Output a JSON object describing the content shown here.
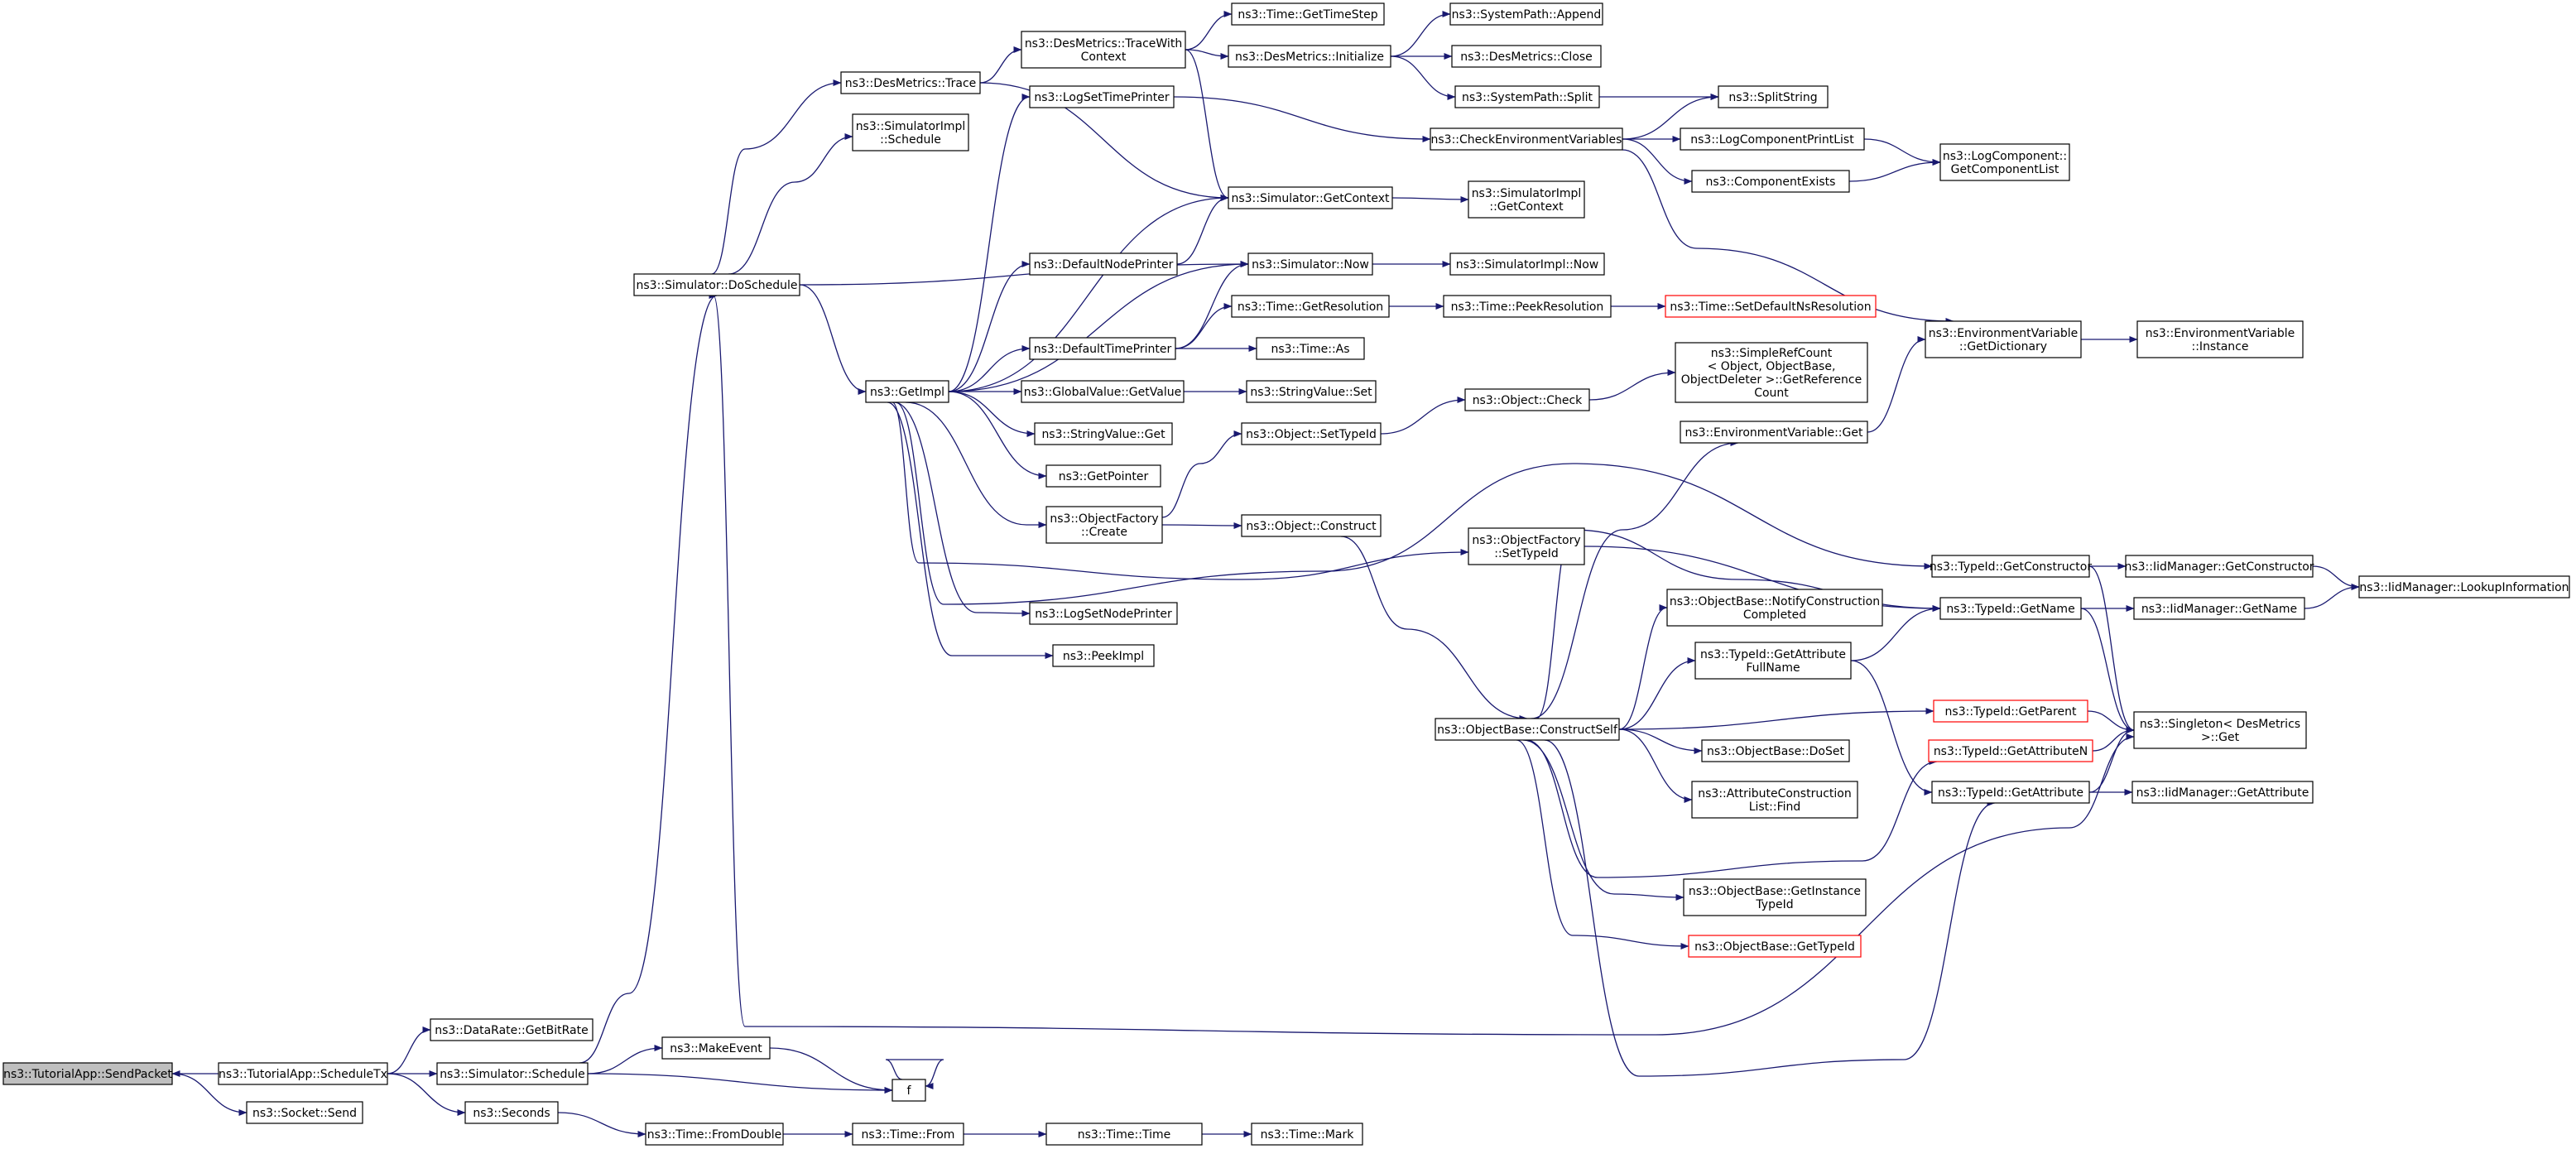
{
  "graph": {
    "edge_color": "#191970",
    "node_border": "#000000",
    "highlight_border": "#ff0000",
    "root_fill": "#bfbfbf",
    "nodes": [
      {
        "id": "send_packet",
        "lines": [
          "ns3::TutorialApp::SendPacket"
        ],
        "style": "root"
      },
      {
        "id": "schedule_tx",
        "lines": [
          "ns3::TutorialApp::ScheduleTx"
        ]
      },
      {
        "id": "socket_send",
        "lines": [
          "ns3::Socket::Send"
        ]
      },
      {
        "id": "get_bit_rate",
        "lines": [
          "ns3::DataRate::GetBitRate"
        ]
      },
      {
        "id": "sim_schedule",
        "lines": [
          "ns3::Simulator::Schedule"
        ]
      },
      {
        "id": "seconds",
        "lines": [
          "ns3::Seconds"
        ]
      },
      {
        "id": "make_event",
        "lines": [
          "ns3::MakeEvent"
        ]
      },
      {
        "id": "f",
        "lines": [
          "f"
        ]
      },
      {
        "id": "from_double",
        "lines": [
          "ns3::Time::FromDouble"
        ]
      },
      {
        "id": "time_from",
        "lines": [
          "ns3::Time::From"
        ]
      },
      {
        "id": "time_time",
        "lines": [
          "ns3::Time::Time"
        ]
      },
      {
        "id": "time_mark",
        "lines": [
          "ns3::Time::Mark"
        ]
      },
      {
        "id": "do_schedule",
        "lines": [
          "ns3::Simulator::DoSchedule"
        ]
      },
      {
        "id": "des_trace",
        "lines": [
          "ns3::DesMetrics::Trace"
        ]
      },
      {
        "id": "simimpl_schedule",
        "lines": [
          "ns3::SimulatorImpl",
          "::Schedule"
        ]
      },
      {
        "id": "get_impl",
        "lines": [
          "ns3::GetImpl"
        ]
      },
      {
        "id": "trace_with_context",
        "lines": [
          "ns3::DesMetrics::TraceWith",
          "Context"
        ]
      },
      {
        "id": "log_set_time_printer",
        "lines": [
          "ns3::LogSetTimePrinter"
        ]
      },
      {
        "id": "default_node_printer",
        "lines": [
          "ns3::DefaultNodePrinter"
        ]
      },
      {
        "id": "default_time_printer",
        "lines": [
          "ns3::DefaultTimePrinter"
        ]
      },
      {
        "id": "gv_get_value",
        "lines": [
          "ns3::GlobalValue::GetValue"
        ]
      },
      {
        "id": "string_value_get",
        "lines": [
          "ns3::StringValue::Get"
        ]
      },
      {
        "id": "get_pointer",
        "lines": [
          "ns3::GetPointer"
        ]
      },
      {
        "id": "of_create",
        "lines": [
          "ns3::ObjectFactory",
          "::Create"
        ]
      },
      {
        "id": "log_set_node_printer",
        "lines": [
          "ns3::LogSetNodePrinter"
        ]
      },
      {
        "id": "peek_impl",
        "lines": [
          "ns3::PeekImpl"
        ]
      },
      {
        "id": "get_time_step",
        "lines": [
          "ns3::Time::GetTimeStep"
        ]
      },
      {
        "id": "dm_initialize",
        "lines": [
          "ns3::DesMetrics::Initialize"
        ]
      },
      {
        "id": "sim_get_context",
        "lines": [
          "ns3::Simulator::GetContext"
        ]
      },
      {
        "id": "sim_now",
        "lines": [
          "ns3::Simulator::Now"
        ]
      },
      {
        "id": "time_get_resolution",
        "lines": [
          "ns3::Time::GetResolution"
        ]
      },
      {
        "id": "time_as",
        "lines": [
          "ns3::Time::As"
        ]
      },
      {
        "id": "string_value_set",
        "lines": [
          "ns3::StringValue::Set"
        ]
      },
      {
        "id": "obj_set_type_id",
        "lines": [
          "ns3::Object::SetTypeId"
        ]
      },
      {
        "id": "obj_construct",
        "lines": [
          "ns3::Object::Construct"
        ]
      },
      {
        "id": "sp_append",
        "lines": [
          "ns3::SystemPath::Append"
        ]
      },
      {
        "id": "dm_close",
        "lines": [
          "ns3::DesMetrics::Close"
        ]
      },
      {
        "id": "sp_split",
        "lines": [
          "ns3::SystemPath::Split"
        ]
      },
      {
        "id": "check_env_vars",
        "lines": [
          "ns3::CheckEnvironmentVariables"
        ]
      },
      {
        "id": "simimpl_get_context",
        "lines": [
          "ns3::SimulatorImpl",
          "::GetContext"
        ]
      },
      {
        "id": "simimpl_now",
        "lines": [
          "ns3::SimulatorImpl::Now"
        ]
      },
      {
        "id": "time_peek_resolution",
        "lines": [
          "ns3::Time::PeekResolution"
        ]
      },
      {
        "id": "obj_check",
        "lines": [
          "ns3::Object::Check"
        ]
      },
      {
        "id": "of_set_type_id",
        "lines": [
          "ns3::ObjectFactory",
          "::SetTypeId"
        ]
      },
      {
        "id": "ob_construct_self",
        "lines": [
          "ns3::ObjectBase::ConstructSelf"
        ]
      },
      {
        "id": "set_default_ns_res",
        "lines": [
          "ns3::Time::SetDefaultNsResolution"
        ],
        "style": "red"
      },
      {
        "id": "split_string",
        "lines": [
          "ns3::SplitString"
        ]
      },
      {
        "id": "log_comp_print_list",
        "lines": [
          "ns3::LogComponentPrintList"
        ]
      },
      {
        "id": "component_exists",
        "lines": [
          "ns3::ComponentExists"
        ]
      },
      {
        "id": "simple_ref_count",
        "lines": [
          "ns3::SimpleRefCount",
          "< Object, ObjectBase,",
          "ObjectDeleter >::GetReference",
          "Count"
        ]
      },
      {
        "id": "env_var_get",
        "lines": [
          "ns3::EnvironmentVariable::Get"
        ]
      },
      {
        "id": "ob_notify_construction",
        "lines": [
          "ns3::ObjectBase::NotifyConstruction",
          "Completed"
        ]
      },
      {
        "id": "tid_get_attr_full_name",
        "lines": [
          "ns3::TypeId::GetAttribute",
          "FullName"
        ]
      },
      {
        "id": "ob_do_set",
        "lines": [
          "ns3::ObjectBase::DoSet"
        ]
      },
      {
        "id": "attr_construction_list_find",
        "lines": [
          "ns3::AttributeConstruction",
          "List::Find"
        ]
      },
      {
        "id": "ob_get_instance_type_id",
        "lines": [
          "ns3::ObjectBase::GetInstance",
          "TypeId"
        ]
      },
      {
        "id": "ob_get_type_id",
        "lines": [
          "ns3::ObjectBase::GetTypeId"
        ],
        "style": "red"
      },
      {
        "id": "log_comp_get_list",
        "lines": [
          "ns3::LogComponent::",
          "GetComponentList"
        ]
      },
      {
        "id": "env_var_get_dictionary",
        "lines": [
          "ns3::EnvironmentVariable",
          "::GetDictionary"
        ]
      },
      {
        "id": "tid_get_constructor",
        "lines": [
          "ns3::TypeId::GetConstructor"
        ]
      },
      {
        "id": "tid_get_name",
        "lines": [
          "ns3::TypeId::GetName"
        ]
      },
      {
        "id": "tid_get_parent",
        "lines": [
          "ns3::TypeId::GetParent"
        ],
        "style": "red"
      },
      {
        "id": "tid_get_attribute_n",
        "lines": [
          "ns3::TypeId::GetAttributeN"
        ],
        "style": "red"
      },
      {
        "id": "tid_get_attribute",
        "lines": [
          "ns3::TypeId::GetAttribute"
        ]
      },
      {
        "id": "env_var_instance",
        "lines": [
          "ns3::EnvironmentVariable",
          "::Instance"
        ]
      },
      {
        "id": "iid_get_constructor",
        "lines": [
          "ns3::IidManager::GetConstructor"
        ]
      },
      {
        "id": "iid_get_name",
        "lines": [
          "ns3::IidManager::GetName"
        ]
      },
      {
        "id": "singleton_get",
        "lines": [
          "ns3::Singleton< DesMetrics",
          "&gt;::Get"
        ]
      },
      {
        "id": "iid_get_attribute",
        "lines": [
          "ns3::IidManager::GetAttribute"
        ]
      },
      {
        "id": "iid_lookup_information",
        "lines": [
          "ns3::IidManager::LookupInformation"
        ]
      }
    ],
    "edges": [
      [
        "schedule_tx",
        "send_packet"
      ],
      [
        "send_packet",
        "socket_send"
      ],
      [
        "schedule_tx",
        "get_bit_rate"
      ],
      [
        "schedule_tx",
        "sim_schedule"
      ],
      [
        "schedule_tx",
        "seconds"
      ],
      [
        "sim_schedule",
        "make_event"
      ],
      [
        "sim_schedule",
        "f"
      ],
      [
        "make_event",
        "f"
      ],
      [
        "f",
        "f"
      ],
      [
        "sim_schedule",
        "do_schedule"
      ],
      [
        "seconds",
        "from_double"
      ],
      [
        "from_double",
        "time_from"
      ],
      [
        "time_from",
        "time_time"
      ],
      [
        "time_time",
        "time_mark"
      ],
      [
        "do_schedule",
        "des_trace"
      ],
      [
        "do_schedule",
        "simimpl_schedule"
      ],
      [
        "do_schedule",
        "get_impl"
      ],
      [
        "do_schedule",
        "sim_now"
      ],
      [
        "do_schedule",
        "singleton_get"
      ],
      [
        "des_trace",
        "trace_with_context"
      ],
      [
        "des_trace",
        "sim_get_context"
      ],
      [
        "trace_with_context",
        "get_time_step"
      ],
      [
        "trace_with_context",
        "dm_initialize"
      ],
      [
        "trace_with_context",
        "sim_get_context"
      ],
      [
        "dm_initialize",
        "sp_append"
      ],
      [
        "dm_initialize",
        "dm_close"
      ],
      [
        "dm_initialize",
        "sp_split"
      ],
      [
        "sp_split",
        "split_string"
      ],
      [
        "get_impl",
        "log_set_time_printer"
      ],
      [
        "get_impl",
        "sim_get_context"
      ],
      [
        "get_impl",
        "default_node_printer"
      ],
      [
        "get_impl",
        "sim_now"
      ],
      [
        "get_impl",
        "default_time_printer"
      ],
      [
        "get_impl",
        "gv_get_value"
      ],
      [
        "get_impl",
        "string_value_get"
      ],
      [
        "get_impl",
        "get_pointer"
      ],
      [
        "get_impl",
        "of_create"
      ],
      [
        "get_impl",
        "of_set_type_id"
      ],
      [
        "get_impl",
        "tid_get_constructor"
      ],
      [
        "get_impl",
        "log_set_node_printer"
      ],
      [
        "get_impl",
        "peek_impl"
      ],
      [
        "log_set_time_printer",
        "check_env_vars"
      ],
      [
        "default_node_printer",
        "sim_get_context"
      ],
      [
        "default_time_printer",
        "sim_now"
      ],
      [
        "default_time_printer",
        "time_get_resolution"
      ],
      [
        "default_time_printer",
        "time_as"
      ],
      [
        "gv_get_value",
        "string_value_set"
      ],
      [
        "of_create",
        "obj_set_type_id"
      ],
      [
        "of_create",
        "obj_construct"
      ],
      [
        "sim_get_context",
        "simimpl_get_context"
      ],
      [
        "sim_now",
        "simimpl_now"
      ],
      [
        "time_get_resolution",
        "time_peek_resolution"
      ],
      [
        "time_peek_resolution",
        "set_default_ns_res"
      ],
      [
        "obj_set_type_id",
        "obj_check"
      ],
      [
        "obj_check",
        "simple_ref_count"
      ],
      [
        "obj_construct",
        "ob_construct_self"
      ],
      [
        "of_set_type_id",
        "tid_get_name"
      ],
      [
        "check_env_vars",
        "split_string"
      ],
      [
        "check_env_vars",
        "log_comp_print_list"
      ],
      [
        "check_env_vars",
        "component_exists"
      ],
      [
        "check_env_vars",
        "env_var_get_dictionary"
      ],
      [
        "log_comp_print_list",
        "log_comp_get_list"
      ],
      [
        "component_exists",
        "log_comp_get_list"
      ],
      [
        "env_var_get",
        "env_var_get_dictionary"
      ],
      [
        "env_var_get_dictionary",
        "env_var_instance"
      ],
      [
        "ob_construct_self",
        "env_var_get"
      ],
      [
        "ob_construct_self",
        "tid_get_name"
      ],
      [
        "ob_construct_self",
        "ob_notify_construction"
      ],
      [
        "ob_construct_self",
        "tid_get_attr_full_name"
      ],
      [
        "ob_construct_self",
        "tid_get_parent"
      ],
      [
        "ob_construct_self",
        "ob_do_set"
      ],
      [
        "ob_construct_self",
        "attr_construction_list_find"
      ],
      [
        "ob_construct_self",
        "tid_get_attribute_n"
      ],
      [
        "ob_construct_self",
        "ob_get_instance_type_id"
      ],
      [
        "ob_construct_self",
        "ob_get_type_id"
      ],
      [
        "ob_construct_self",
        "tid_get_attribute"
      ],
      [
        "tid_get_attr_full_name",
        "tid_get_name"
      ],
      [
        "tid_get_attr_full_name",
        "tid_get_attribute"
      ],
      [
        "tid_get_constructor",
        "iid_get_constructor"
      ],
      [
        "tid_get_constructor",
        "singleton_get"
      ],
      [
        "tid_get_name",
        "iid_get_name"
      ],
      [
        "tid_get_name",
        "singleton_get"
      ],
      [
        "tid_get_parent",
        "singleton_get"
      ],
      [
        "tid_get_attribute_n",
        "singleton_get"
      ],
      [
        "tid_get_attribute",
        "singleton_get"
      ],
      [
        "tid_get_attribute",
        "iid_get_attribute"
      ],
      [
        "iid_get_constructor",
        "iid_lookup_information"
      ],
      [
        "iid_get_name",
        "iid_lookup_information"
      ]
    ]
  }
}
